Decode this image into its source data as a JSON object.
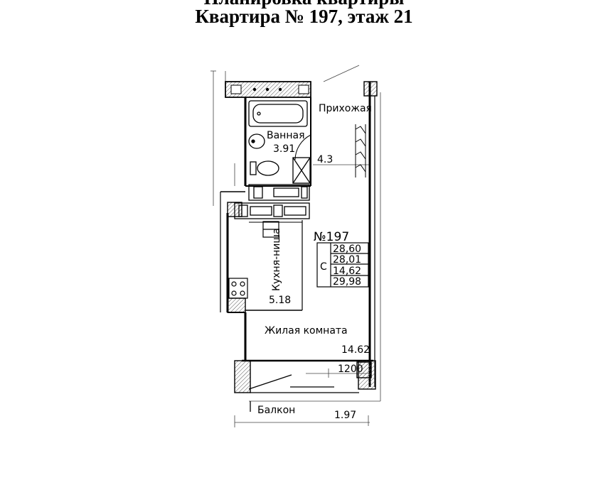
{
  "title": {
    "top_line": "Планировка квартиры",
    "main": "Квартира № 197, этаж 21"
  },
  "rooms": {
    "hallway": {
      "name": "Прихожая",
      "area": "4.3"
    },
    "bathroom": {
      "name": "Ванная",
      "area": "3.91"
    },
    "kitchen": {
      "name": "Кухня-ниша",
      "area": "5.18"
    },
    "living": {
      "name": "Жилая комната",
      "area": "14.62"
    },
    "balcony": {
      "name": "Балкон",
      "area": "1.97"
    }
  },
  "apartment": {
    "number": "№197",
    "marker": "С",
    "areas": [
      "28,60",
      "28,01",
      "14,62",
      "29,98"
    ]
  },
  "dimensions": {
    "window_width": "1200"
  }
}
